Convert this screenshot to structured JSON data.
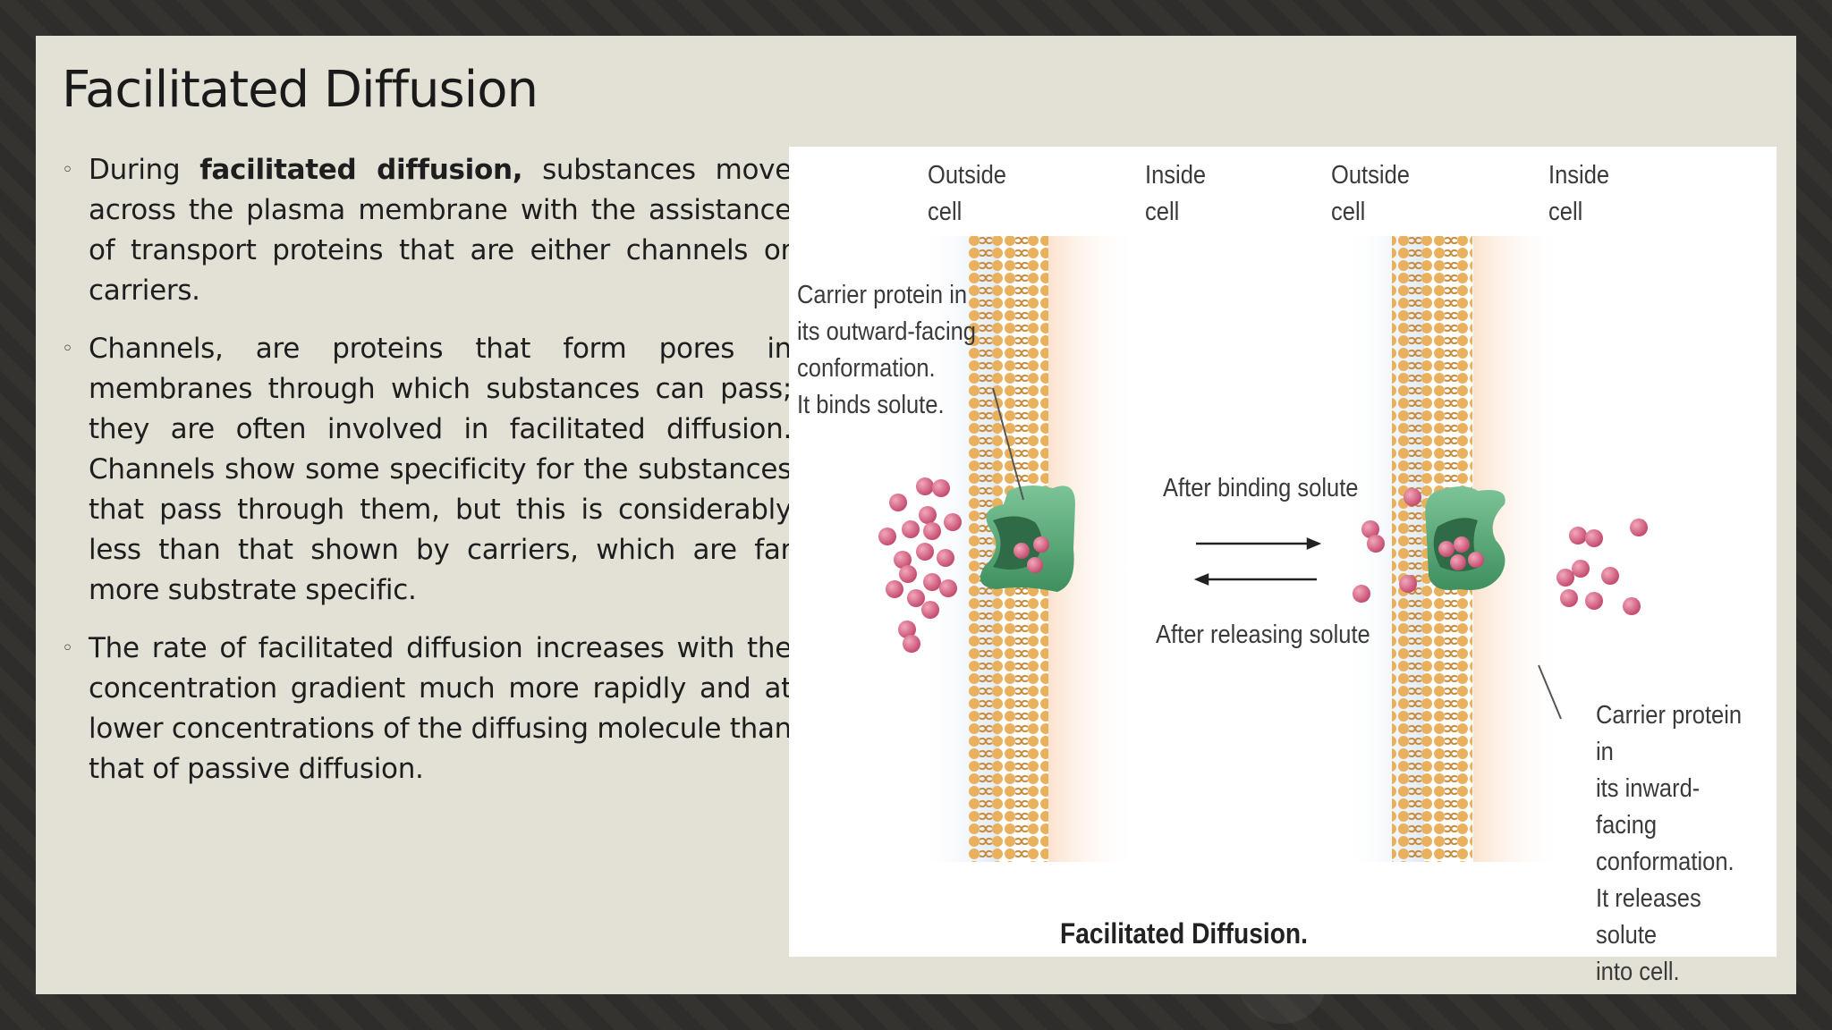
{
  "slide": {
    "title": "Facilitated Diffusion",
    "bullets": [
      {
        "before": "During ",
        "bold": "facilitated diffusion,",
        "after": " substances move across the plasma membrane with the assistance of transport proteins that are either channels or carriers."
      },
      {
        "before": "Channels, are proteins that form pores in membranes through which substances can pass; they are often involved in facilitated diffusion. Channels show some specificity for the substances that pass through them, but this is considerably less than that shown by carriers, which are far more substrate specific.",
        "bold": "",
        "after": ""
      },
      {
        "before": "The rate of facilitated diffusion increases with the concentration gradient much more rapidly and at lower concentrations of the diffusing molecule than that of passive diffusion.",
        "bold": "",
        "after": ""
      }
    ],
    "bullet_marker": "◦"
  },
  "figure": {
    "label_outside_left": "Outside\ncell",
    "label_inside_left": "Inside\ncell",
    "label_outside_right": "Outside\ncell",
    "label_inside_right": "Inside\ncell",
    "carrier_outward": "Carrier protein in\nits outward-facing\nconformation.\nIt binds solute.",
    "after_binding": "After binding solute",
    "after_releasing": "After releasing solute",
    "carrier_inward": "Carrier protein in\nits inward-facing\nconformation.\nIt releases solute\ninto cell.",
    "caption": "Facilitated Diffusion.",
    "colors": {
      "protein": "#5fae7e",
      "solute": "#d25a7a",
      "membrane": "#e8b46a"
    }
  }
}
